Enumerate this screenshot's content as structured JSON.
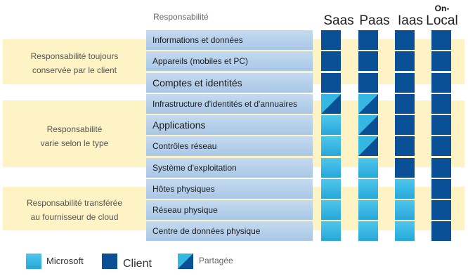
{
  "header": {
    "responsibility_label": "Responsabilité",
    "models": [
      {
        "name": "Saas",
        "top": ""
      },
      {
        "name": "Paas",
        "top": ""
      },
      {
        "name": "Iaas",
        "top": ""
      },
      {
        "name": "Local",
        "top": "On-"
      }
    ]
  },
  "groups": [
    {
      "label": "Responsabilité toujours\nconservée par le client"
    },
    {
      "label": "Responsabilité\nvarie selon le type"
    },
    {
      "label": "Responsabilité transférée\nau fournisseur de cloud"
    }
  ],
  "rows": [
    {
      "label": "Informations et données",
      "cells": [
        "client",
        "client",
        "client",
        "client"
      ]
    },
    {
      "label": "Appareils (mobiles et PC)",
      "cells": [
        "client",
        "client",
        "client",
        "client"
      ]
    },
    {
      "label": "Comptes et identités",
      "cells": [
        "client",
        "client",
        "client",
        "client"
      ]
    },
    {
      "label": "Infrastructure d'identités et d'annuaires",
      "cells": [
        "shared",
        "shared",
        "client",
        "client"
      ]
    },
    {
      "label": "Applications",
      "cells": [
        "microsoft",
        "shared",
        "client",
        "client"
      ]
    },
    {
      "label": "Contrôles réseau",
      "cells": [
        "microsoft",
        "shared",
        "client",
        "client"
      ]
    },
    {
      "label": "Système d'exploitation",
      "cells": [
        "microsoft",
        "microsoft",
        "client",
        "client"
      ]
    },
    {
      "label": "Hôtes physiques",
      "cells": [
        "microsoft",
        "microsoft",
        "microsoft",
        "client"
      ]
    },
    {
      "label": "Réseau physique",
      "cells": [
        "microsoft",
        "microsoft",
        "microsoft",
        "client"
      ]
    },
    {
      "label": "Centre de données physique",
      "cells": [
        "microsoft",
        "microsoft",
        "microsoft",
        "client"
      ]
    }
  ],
  "legend": {
    "microsoft": "Microsoft",
    "client": "Client",
    "shared": "Partagée"
  },
  "colors": {
    "client": "#0a5096",
    "microsoft": "#35b7e3",
    "band": "#fdf3c4",
    "row_label": "#b8d2ec"
  }
}
